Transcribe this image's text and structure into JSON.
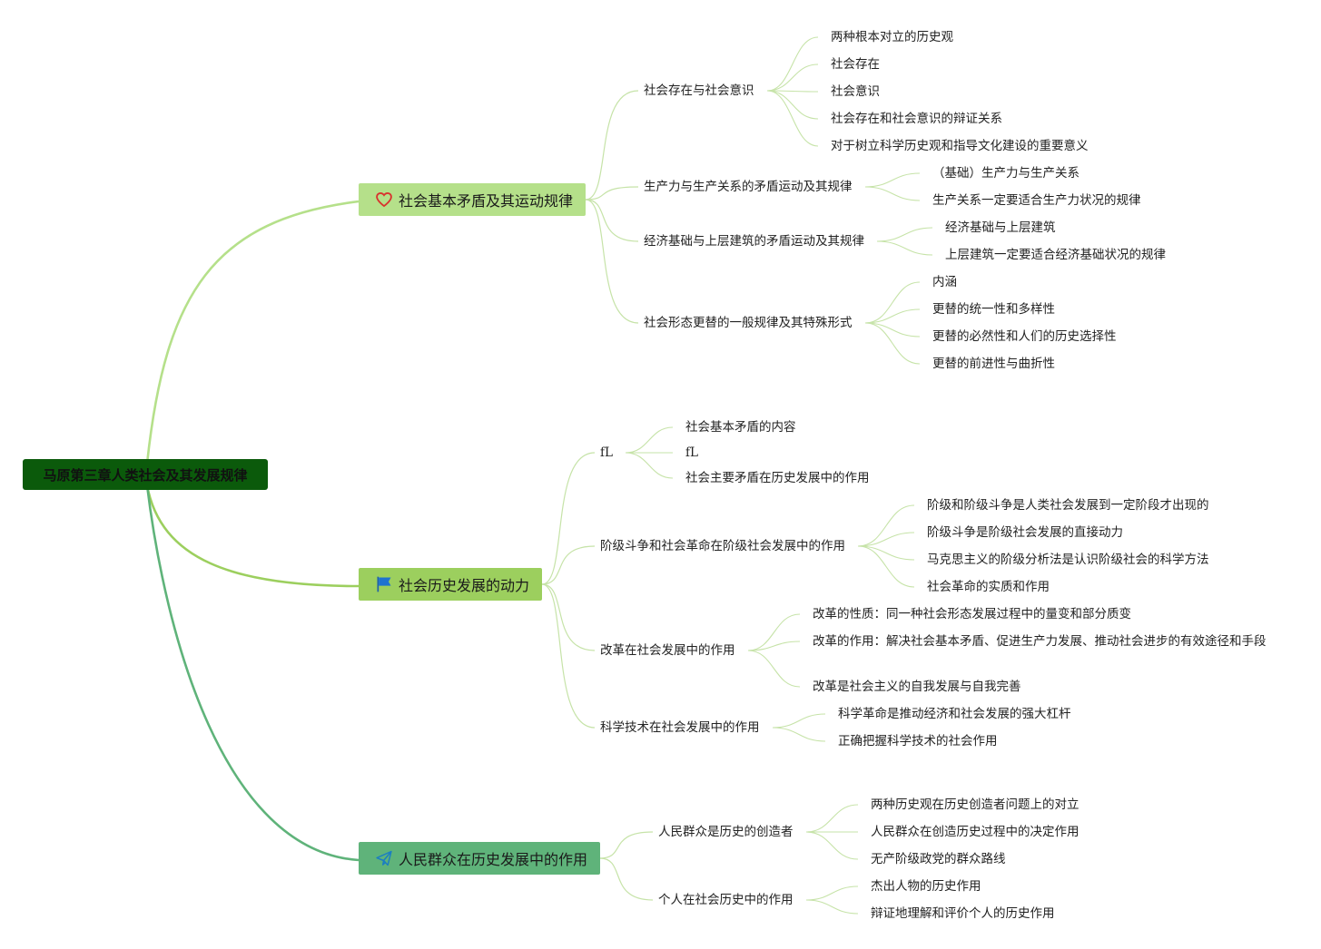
{
  "root": "马原第三章人类社会及其发展规律",
  "colors": {
    "root_bg": "#0b5a0b",
    "branch1": "#b5e08a",
    "branch2": "#9ccf5e",
    "branch3": "#5fb37a",
    "link_light": "#c6e3a8"
  },
  "branches": [
    {
      "label": "社会基本矛盾及其运动规律",
      "icon": "heart-icon",
      "children": [
        {
          "label": "社会存在与社会意识",
          "children": [
            "两种根本对立的历史观",
            "社会存在",
            "社会意识",
            "社会存在和社会意识的辩证关系",
            "对于树立科学历史观和指导文化建设的重要意义"
          ]
        },
        {
          "label": "生产力与生产关系的矛盾运动及其规律",
          "children": [
            "（基础）生产力与生产关系",
            "生产关系一定要适合生产力状况的规律"
          ]
        },
        {
          "label": "经济基础与上层建筑的矛盾运动及其规律",
          "children": [
            "经济基础与上层建筑",
            "上层建筑一定要适合经济基础状况的规律"
          ]
        },
        {
          "label": "社会形态更替的一般规律及其特殊形式",
          "children": [
            "内涵",
            "更替的统一性和多样性",
            "更替的必然性和人们的历史选择性",
            "更替的前进性与曲折性"
          ]
        }
      ]
    },
    {
      "label": "社会历史发展的动力",
      "icon": "flag-icon",
      "children": [
        {
          "label": "fL",
          "children": [
            "社会基本矛盾的内容",
            "fL",
            "社会主要矛盾在历史发展中的作用"
          ]
        },
        {
          "label": "阶级斗争和社会革命在阶级社会发展中的作用",
          "children": [
            "阶级和阶级斗争是人类社会发展到一定阶段才出现的",
            "阶级斗争是阶级社会发展的直接动力",
            "马克思主义的阶级分析法是认识阶级社会的科学方法",
            "社会革命的实质和作用"
          ]
        },
        {
          "label": "改革在社会发展中的作用",
          "children": [
            "改革的性质：同一种社会形态发展过程中的量变和部分质变",
            "改革的作用：解决社会基本矛盾、促进生产力发展、推动社会进步的有效途径和手段",
            "改革是社会主义的自我发展与自我完善"
          ]
        },
        {
          "label": "科学技术在社会发展中的作用",
          "children": [
            "科学革命是推动经济和社会发展的强大杠杆",
            "正确把握科学技术的社会作用"
          ]
        }
      ]
    },
    {
      "label": "人民群众在历史发展中的作用",
      "icon": "paper-plane-icon",
      "children": [
        {
          "label": "人民群众是历史的创造者",
          "children": [
            "两种历史观在历史创造者问题上的对立",
            "人民群众在创造历史过程中的决定作用",
            "无产阶级政党的群众路线"
          ]
        },
        {
          "label": "个人在社会历史中的作用",
          "children": [
            "杰出人物的历史作用",
            "辩证地理解和评价个人的历史作用"
          ]
        }
      ]
    }
  ]
}
